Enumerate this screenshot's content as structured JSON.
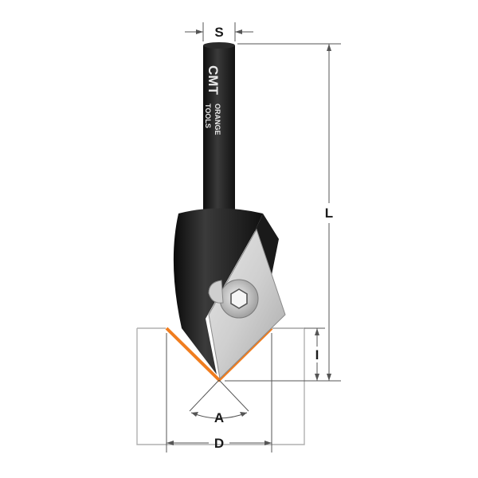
{
  "dimensions": {
    "shank_diameter": "S",
    "overall_length": "L",
    "cutting_depth": "I",
    "angle": "A",
    "cutting_diameter": "D"
  },
  "branding": {
    "logo": "CMT",
    "line1": "ORANGE",
    "line2": "TOOLS"
  },
  "colors": {
    "body": "#1b1b1b",
    "insert": "#c9c9c9",
    "groove": "#f07d1f",
    "workpiece_outline": "#b0b0b0",
    "dimension_lines": "#555555"
  }
}
